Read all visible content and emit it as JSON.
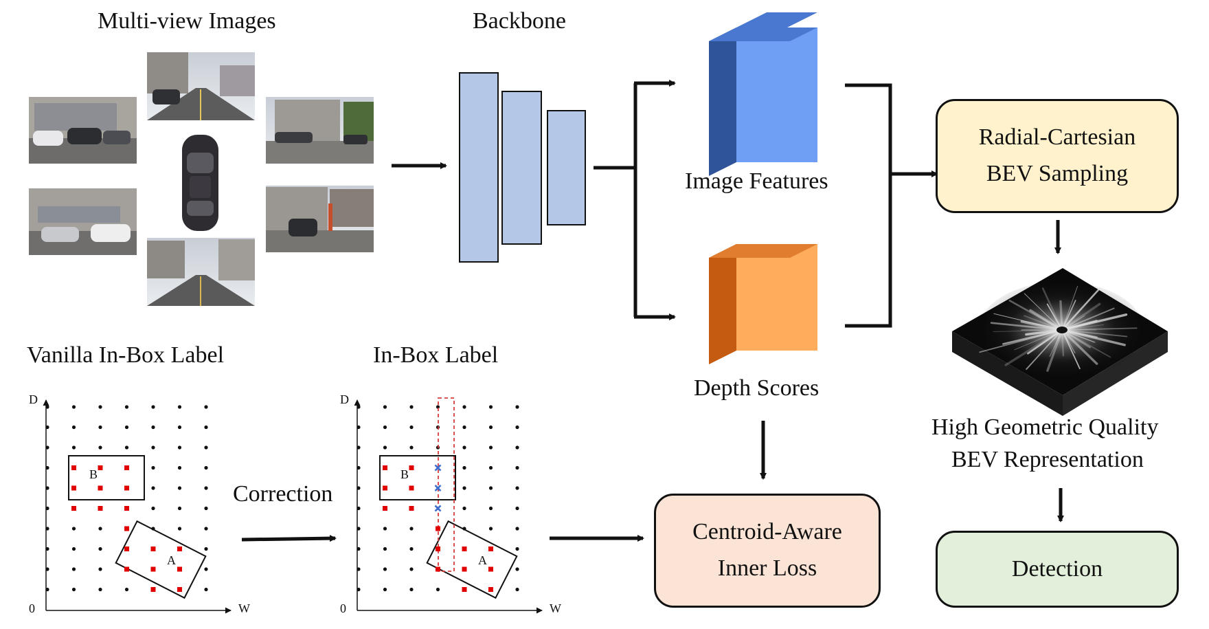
{
  "titles": {
    "multiview": "Multi-view Images",
    "backbone": "Backbone",
    "image_features": "Image Features",
    "depth_scores": "Depth Scores",
    "vanilla_label": "Vanilla In-Box Label",
    "inbox_label": "In-Box Label",
    "correction": "Correction",
    "bev_quality_line1": "High Geometric Quality",
    "bev_quality_line2": "BEV Representation"
  },
  "boxes": {
    "sampling_line1": "Radial-Cartesian",
    "sampling_line2": "BEV Sampling",
    "loss_line1": "Centroid-Aware",
    "loss_line2": "Inner Loss",
    "detection": "Detection"
  },
  "grid_axes": {
    "y_axis": "D",
    "x_axis": "W",
    "origin": "0",
    "box_b": "B",
    "box_a": "A"
  },
  "colors": {
    "backbone_fill": "#b4c7e7",
    "feature_cube_front": "#6f9ff5",
    "feature_cube_side": "#2f5497",
    "feature_cube_top": "#4a78d0",
    "depth_cube_front": "#ffad5c",
    "depth_cube_side": "#c55a11",
    "depth_cube_top": "#e07d2e",
    "sampling_box_fill": "#fff2cc",
    "loss_box_fill": "#fbe4d5",
    "detection_box_fill": "#e2efda",
    "label_point": "#e00000",
    "removed_point": "#3d6ecf"
  }
}
